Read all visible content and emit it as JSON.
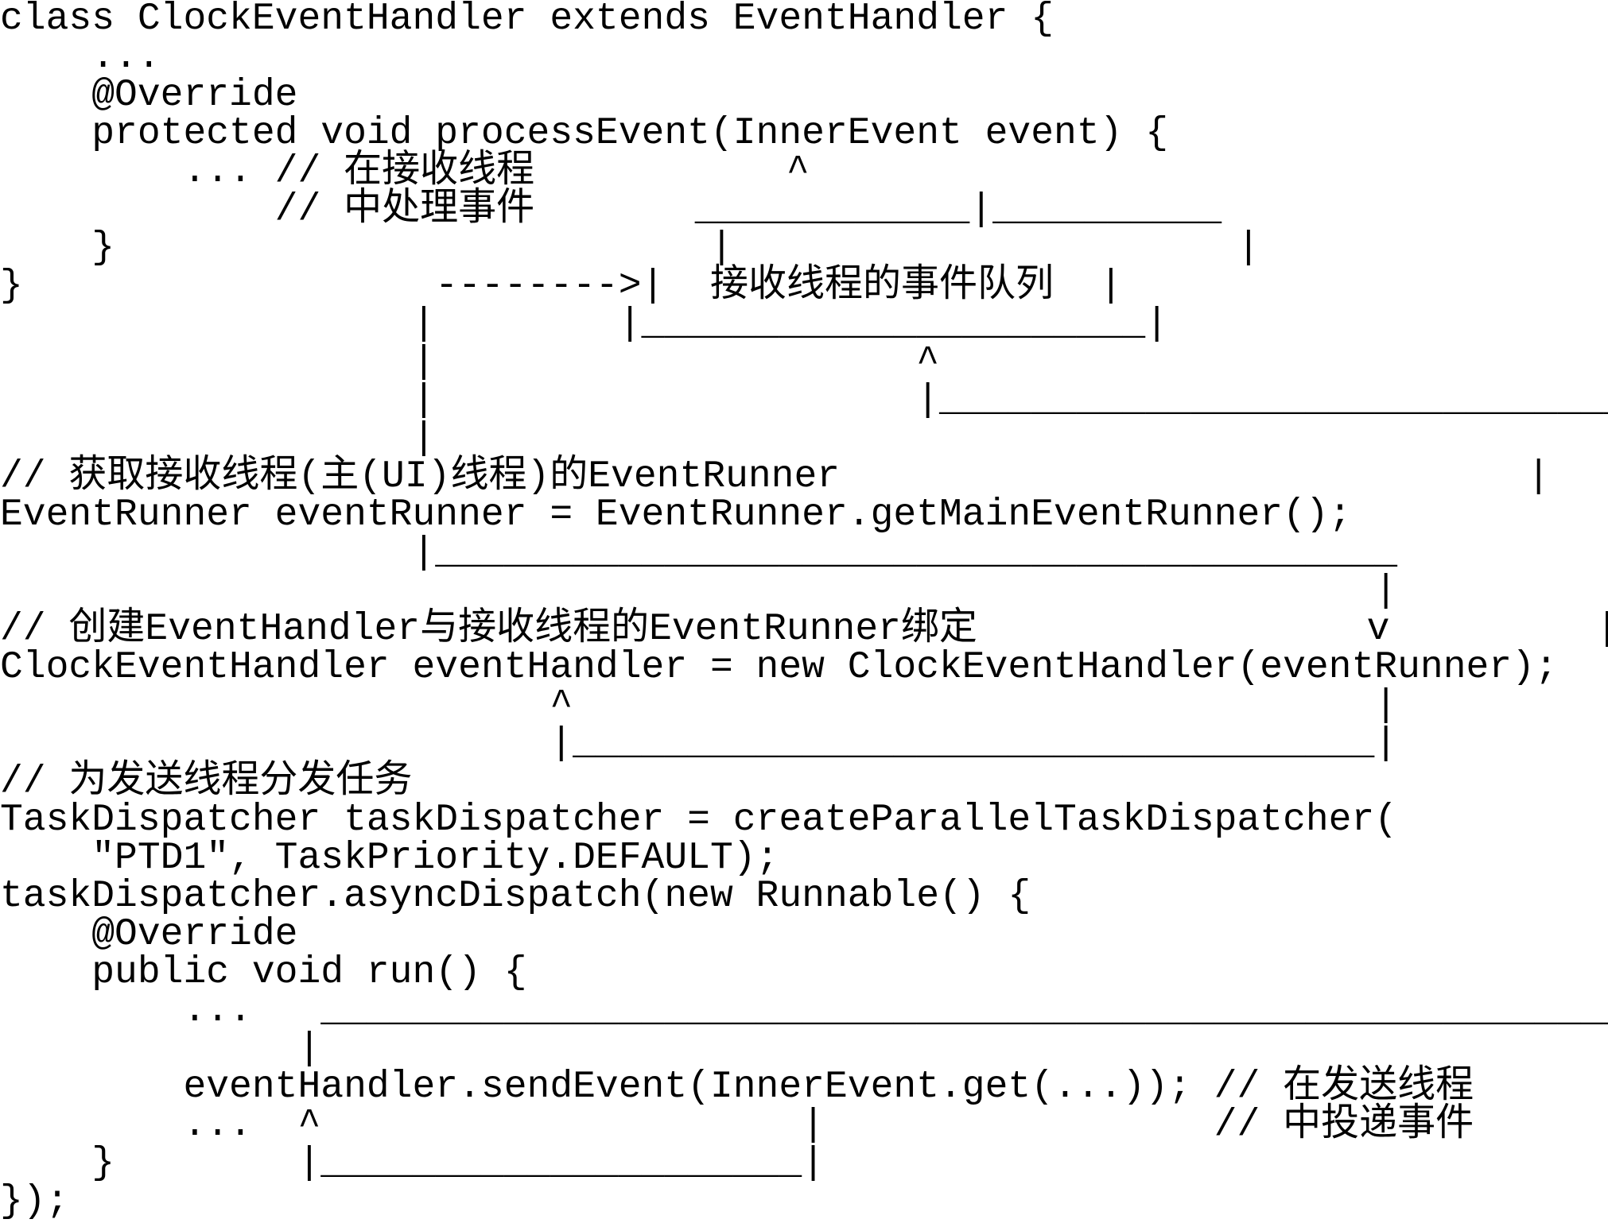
{
  "colors": {
    "foreground": "#000000",
    "background": "#ffffff"
  },
  "lines": [
    "class ClockEventHandler extends EventHandler {",
    "    ...",
    "    @Override",
    "    protected void processEvent(InnerEvent event) {",
    "        ... // 在接收线程           ^",
    "            // 中处理事件       ____________|__________",
    "    }                          |                      |",
    "}                  -------->|  接收线程的事件队列  |",
    "                  |        |______________________|",
    "                  |                     ^",
    "                  |                     |______________________________",
    "                  |                                                    |",
    "// 获取接收线程(主(UI)线程)的EventRunner                              |",
    "EventRunner eventRunner = EventRunner.getMainEventRunner();           |",
    "                  |__________________________________________          |",
    "                                                            |         |",
    "// 创建EventHandler与接收线程的EventRunner绑定                 v         |",
    "ClockEventHandler eventHandler = new ClockEventHandler(eventRunner);  |",
    "                        ^                                   |         |",
    "                        |___________________________________|         |",
    "// 为发送线程分发任务                                                    |",
    "TaskDispatcher taskDispatcher = createParallelTaskDispatcher(          |",
    "    \"PTD1\", TaskPriority.DEFAULT);                                    |",
    "taskDispatcher.asyncDispatch(new Runnable() {                          |",
    "    @Override                                                          |",
    "    public void run() {                                                |",
    "        ...   _________________________________________________________|",
    "             |",
    "        eventHandler.sendEvent(InnerEvent.get(...)); // 在发送线程",
    "        ...  ^                     |                 // 中投递事件",
    "    }        |_____________________|",
    "});"
  ]
}
